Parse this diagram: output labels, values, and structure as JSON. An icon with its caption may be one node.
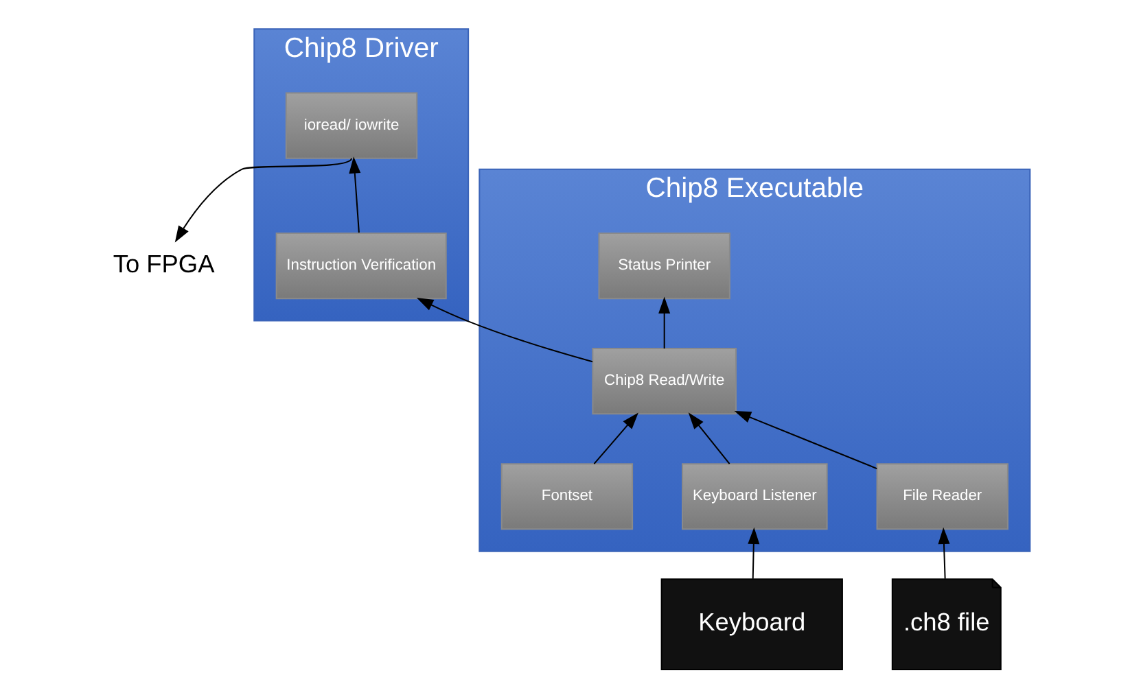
{
  "diagram": {
    "nodes": [
      {
        "text": [
          "Chip8 Executable"
        ]
      },
      {
        "text": [
          "Status Printer"
        ],
        "in": 0
      },
      {
        "text": [
          "Chip8 Read/Write"
        ],
        "in": 0
      },
      {
        "text": [
          "Keyboard Listener"
        ],
        "in": 0
      },
      {
        "text": [
          "File Reader"
        ],
        "in": 0
      },
      {
        "text": [
          "Fontset"
        ],
        "in": 0
      },
      {
        "text": [
          "Chip8 Driver"
        ]
      },
      {
        "text": [
          "Instruction Verification"
        ],
        "in": 6
      },
      {
        "text": [
          "ioread/ iowrite"
        ],
        "in": 6
      },
      {
        "text": [
          "Keyboard"
        ]
      },
      {
        "text": [
          ".ch8 file"
        ]
      },
      {
        "text": [
          "To FPGA"
        ]
      }
    ],
    "edges": [
      {
        "from": 2,
        "to": 1,
        "arrow": "to"
      },
      {
        "from": 2,
        "to": 7,
        "arrow": "to"
      },
      {
        "from": 3,
        "to": 2,
        "arrow": "to"
      },
      {
        "from": 4,
        "to": 2,
        "arrow": "to"
      },
      {
        "from": 5,
        "to": 2,
        "arrow": "to"
      },
      {
        "from": 7,
        "to": 8,
        "arrow": "to"
      },
      {
        "from": 8,
        "to": 11,
        "arrow": "to"
      },
      {
        "from": 9,
        "to": 3,
        "arrow": "to"
      },
      {
        "from": 10,
        "to": 4,
        "arrow": "to"
      }
    ]
  }
}
